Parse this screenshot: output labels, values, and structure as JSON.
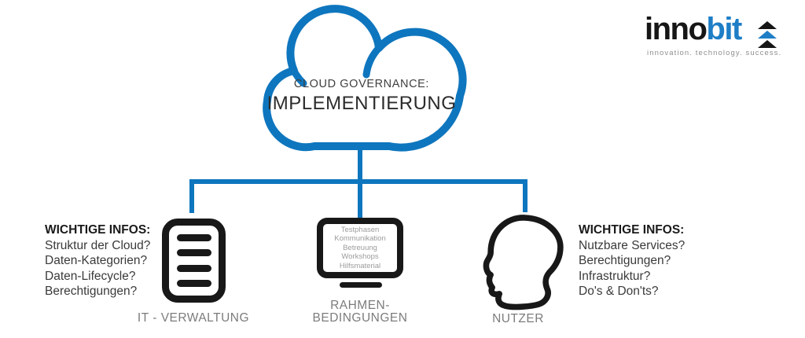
{
  "logo": {
    "name_black": "inno",
    "name_blue": "bit",
    "tagline": "innovation. technology. success.",
    "blue": "#1e7ec6",
    "black": "#161616"
  },
  "cloud": {
    "title_line1": "CLOUD GOVERNANCE:",
    "title_line2": "IMPLEMENTIERUNG",
    "outline_blue": "#0e76be"
  },
  "left_info": {
    "title": "WICHTIGE INFOS:",
    "items": [
      "Struktur der Cloud?",
      "Daten-Kategorien?",
      "Daten-Lifecycle?",
      "Berechtigungen?"
    ]
  },
  "right_info": {
    "title": "WICHTIGE INFOS:",
    "items": [
      "Nutzbare Services?",
      "Berechtigungen?",
      "Infrastruktur?",
      "Do's & Don'ts?"
    ]
  },
  "branches": {
    "it_verwaltung": {
      "label": "IT - VERWALTUNG"
    },
    "rahmenbedingungen": {
      "label_line1": "RAHMEN-",
      "label_line2": "BEDINGUNGEN",
      "screen_items": [
        "Testphasen",
        "Kommunikation",
        "Betreuung",
        "Workshops",
        "Hilfsmaterial"
      ]
    },
    "nutzer": {
      "label": "NUTZER"
    }
  }
}
